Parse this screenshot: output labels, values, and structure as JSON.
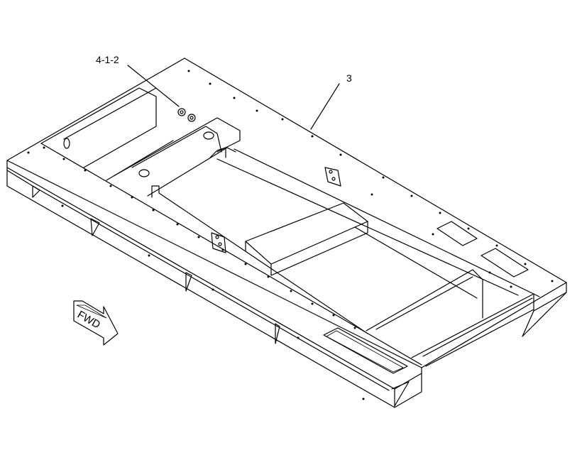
{
  "diagram": {
    "callouts": [
      {
        "id": "a",
        "text": "4-1-2"
      },
      {
        "id": "b",
        "text": "3"
      }
    ],
    "direction_arrow": {
      "text": "FWD"
    }
  },
  "colors": {
    "line": "#000000",
    "background": "#ffffff"
  }
}
